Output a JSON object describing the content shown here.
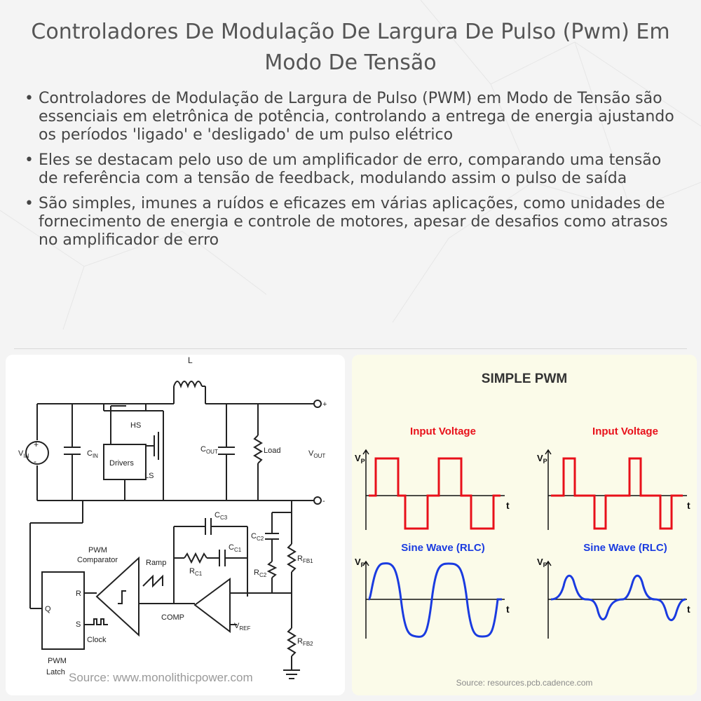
{
  "page": {
    "title": "Controladores De Modulação De Largura De Pulso (Pwm) Em Modo De Tensão",
    "bullets": [
      "Controladores de Modulação de Largura de Pulso (PWM) em Modo de Tensão são essenciais em eletrônica de potência, controlando a entrega de energia ajustando os períodos 'ligado' e 'desligado' de um pulso elétrico",
      "Eles se destacam pelo uso de um amplificador de erro, comparando uma tensão de referência com a tensão de feedback, modulando assim o pulso de saída",
      "São simples, imunes a ruídos e eficazes em várias aplicações, como unidades de fornecimento de energia e controle de motores, apesar de desafios como atrasos no amplificador de erro"
    ]
  },
  "circuit": {
    "inductor": "L",
    "vin": "V",
    "vin_sub": "IN",
    "cin": "C",
    "cin_sub": "IN",
    "hs": "HS",
    "ls": "LS",
    "drivers": "Drivers",
    "cout": "C",
    "cout_sub": "OUT",
    "load": "Load",
    "vout": "V",
    "vout_sub": "OUT",
    "plus": "+",
    "minus": "-",
    "cc3": "C",
    "cc3_sub": "C3",
    "cc1": "C",
    "cc1_sub": "C1",
    "rc1": "R",
    "rc1_sub": "C1",
    "cc2": "C",
    "cc2_sub": "C2",
    "rc2": "R",
    "rc2_sub": "C2",
    "rfb1": "R",
    "rfb1_sub": "FB1",
    "rfb2": "R",
    "rfb2_sub": "FB2",
    "pwm_comparator_1": "PWM",
    "pwm_comparator_2": "Comparator",
    "ramp": "Ramp",
    "comp": "COMP",
    "vref": "V",
    "vref_sub": "REF",
    "latch_q": "Q",
    "latch_r": "R",
    "latch_s": "S",
    "clock": "Clock",
    "pwm_latch_1": "PWM",
    "pwm_latch_2": "Latch",
    "source": "Source: www.monolithicpower.com"
  },
  "pwm_figure": {
    "title": "SIMPLE PWM",
    "input_voltage_label": "Input Voltage",
    "sine_wave_label": "Sine Wave (RLC)",
    "vp": "V",
    "vp_sub": "P",
    "t": "t",
    "source": "Source: resources.pcb.cadence.com",
    "colors": {
      "input": "#e8101a",
      "sine": "#1a3be0",
      "axis": "#111111"
    }
  }
}
